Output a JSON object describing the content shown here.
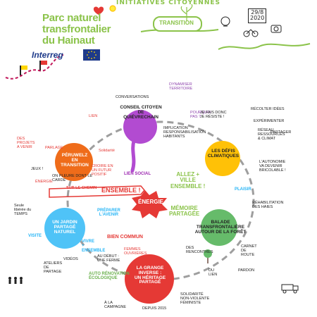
{
  "header": {
    "top_strip": "INITIATIVES CITOYENNES",
    "park_name": "Parc naturel\ntransfrontalier\ndu Hainaut",
    "interreg": "Interreg",
    "transition": "TRANSITION",
    "date": "29/8\n2020"
  },
  "center": {
    "lien_social": "LIEN SOCIAL",
    "allez_ville": "ALLEZ +\nVILLE\nENSEMBLE !",
    "ensemble": "ENSEMBLE !",
    "energie": "ÉNERGIE",
    "memoire": "MÉMOIRE\nPARTAGÉE",
    "bien_commun": "BIEN COMMUN",
    "sur_le_chemin": "SUR LE CHEMIN",
    "preparer": "PRÉPARER\nL'AVENIR",
    "plaisir": "PLAISIR",
    "solidarite": "Solidarité",
    "lien": "LIEN"
  },
  "nodes": [
    {
      "id": "peruwelz",
      "title": "PÉRUWELZ\nEN\nTRANSITION",
      "color": "#ef6c1a"
    },
    {
      "id": "conseil",
      "title": "CONSEIL CITOYEN DE\nQUIÉVRECHAIN",
      "color": "#b24bd1"
    },
    {
      "id": "defis",
      "title": "LES DÉFIS\nCLIMATIQUES",
      "color": "#ffc107"
    },
    {
      "id": "jardin",
      "title": "UN JARDIN\nPARTAGÉ\nNATUREL",
      "color": "#4fc3f7"
    },
    {
      "id": "balade",
      "title": "BALADE\nTRANSFRONTALIÈRE\nAUTOUR DE LA FORÊT",
      "color": "#66bb6a"
    },
    {
      "id": "grange",
      "title": "LA GRANGE\nINVERSE :\nUN HÉRITAGE\nPARTAGÉ",
      "color": "#e53935"
    }
  ],
  "notes": {
    "conversations": "CONVERSATIONS",
    "dynamiser": "DYNAMISER\nTERRITOIRE",
    "implication": "IMPLICATION\nRESPONSABILISATION\nHABITANTS",
    "pourquoi": "POURQUOI\nPAS ?",
    "jesuis": "JE FAIS DONC\nJE RÉSISTE !",
    "reseau": "RÉSEAU\nRESSOURCES\n& CLIMAT",
    "recolter": "RÉCOLTER IDÉES",
    "experimenter": "EXPÉRIMENTER",
    "partager": "PARTAGER",
    "autonomie": "L'AUTONOMIE\nVA DEVENIR\nBRICOLABLE !",
    "rehabilitation": "RÉHABILITATION\nDES HAIES",
    "carnet": "CARNET\nDE\nROUTE",
    "pardon": "PARDON",
    "du_lien": "DU\nLIEN",
    "des_rencontres": "DES\nRENCONTRES",
    "croire": "CROIRE EN\nUN FUTUR\nPOSITIF",
    "projets": "DES\nPROJETS\nA VENIR",
    "parlage": "PARLAGE",
    "jeux": "JEUX !",
    "on_pleure": "ON PLEURE DONT LE\nCARDE",
    "energie_left": "ÉNERGIE",
    "seule": "Seule\nlibérée du\nTEMPS",
    "visite": "VISITE",
    "vivre_plus": "VIVRE\n+\nENSEMBLE",
    "ateliers": "ATELIERS\nDE\nPARTAGE",
    "videos": "VIDÉOS",
    "au_debut": "AU DÉBUT :\nUNE FERME",
    "auto_renov": "AUTO RÉNOVATION\nÉCOLOGIQUE",
    "femmes": "FEMMES\nOUVRIÈRES",
    "solidarite_bottom": "SOLIDARITÉ\nNON-VIOLENTE\nFÉMINISTE",
    "ala": "À LA\nCAMPAGNE",
    "depuis": "DEPUIS 2015"
  },
  "icon_names": [
    "heart-icon",
    "plant-icon",
    "bulb-icon",
    "bike-icon",
    "camera-icon",
    "flag-icon",
    "truck-icon",
    "tree-icon",
    "sun-icon",
    "people-icon"
  ]
}
